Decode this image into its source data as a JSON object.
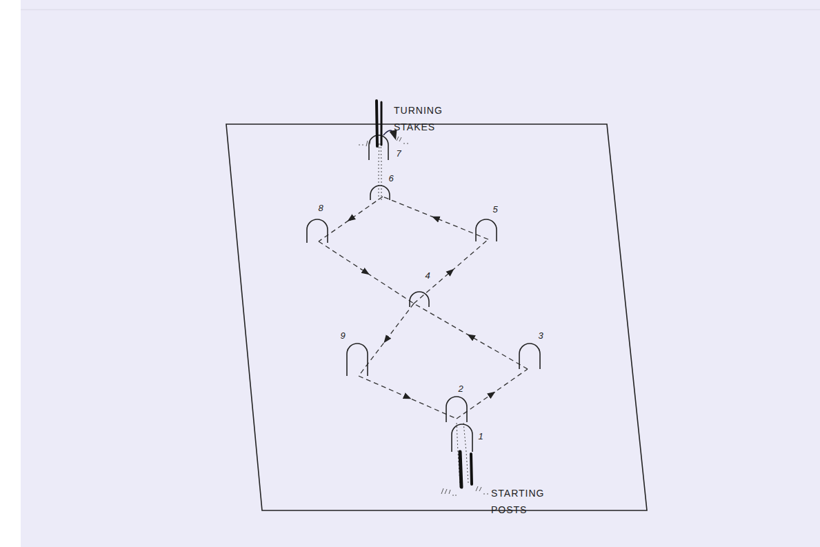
{
  "diagram": {
    "labels": [
      "TURNING STAKES",
      "7",
      "6",
      "8",
      "5",
      "4",
      "9",
      "3",
      "2",
      "1",
      "STARTING POSTS"
    ]
  }
}
